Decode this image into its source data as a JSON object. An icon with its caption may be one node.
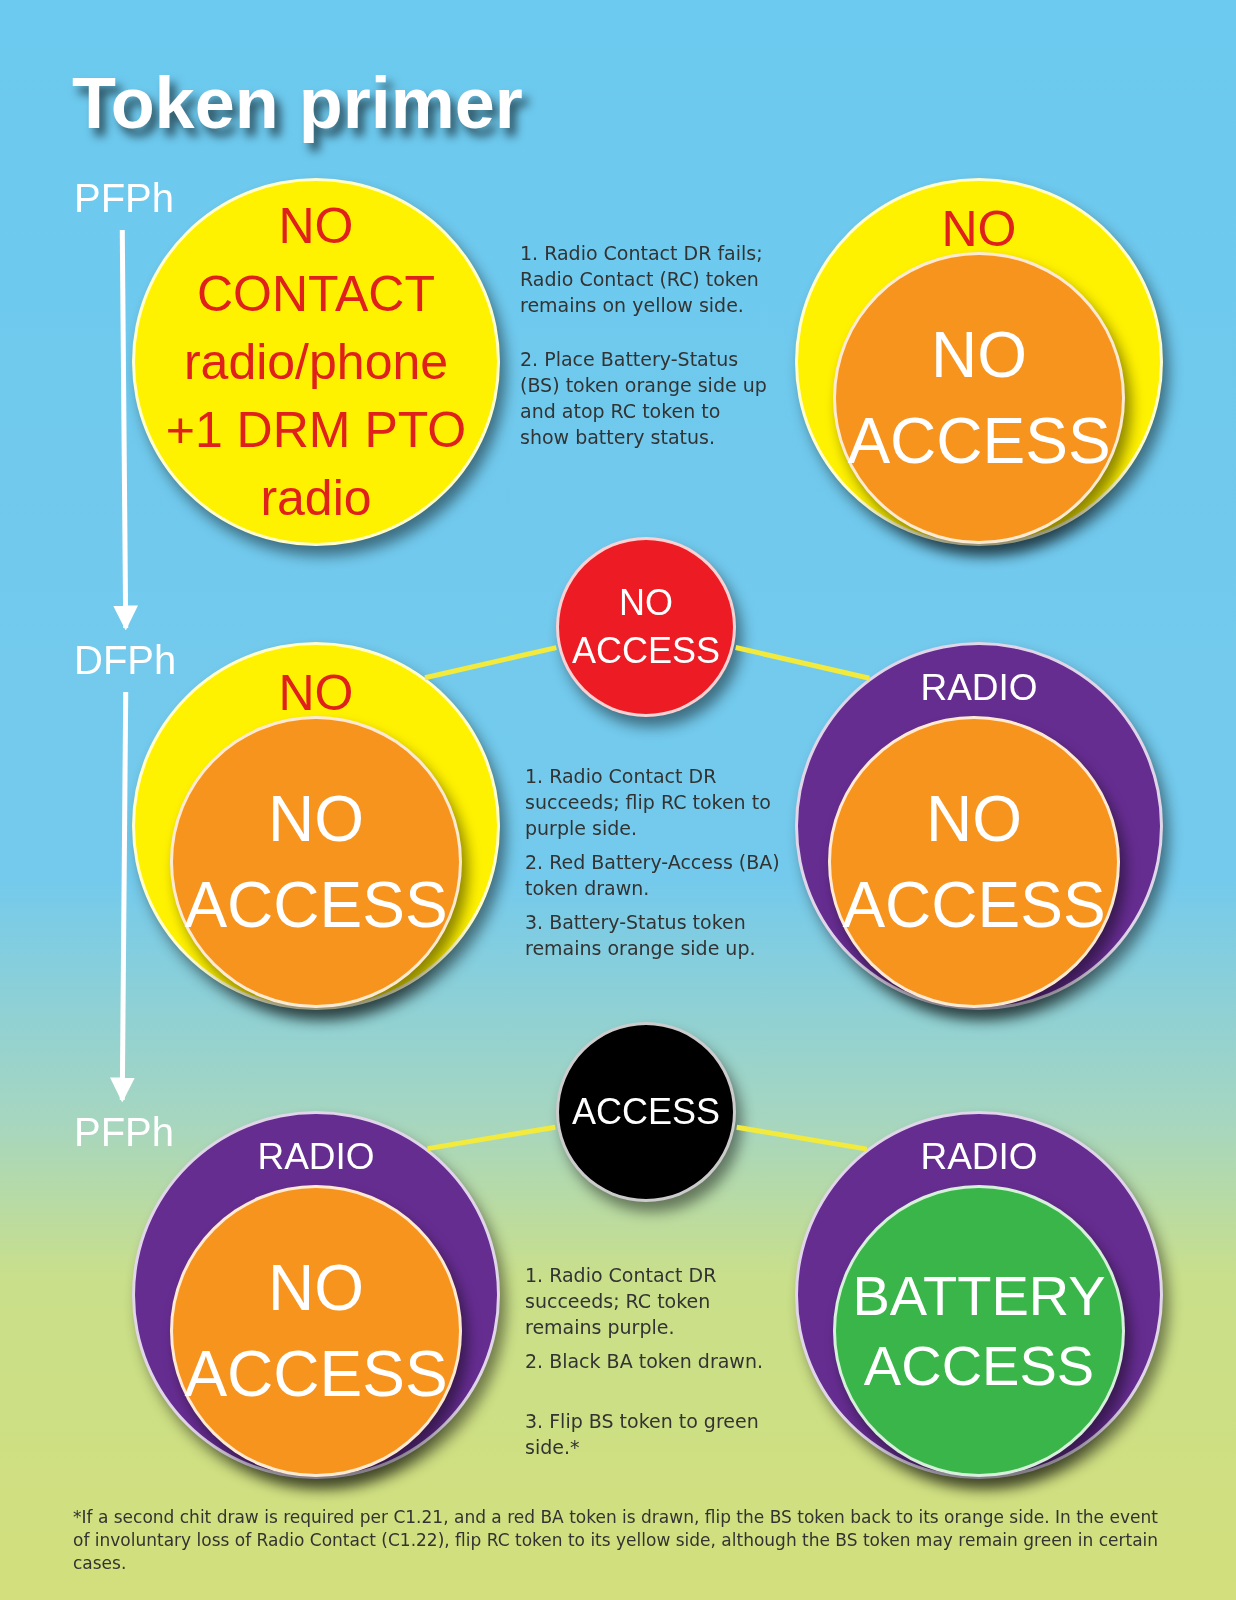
{
  "diagram": {
    "title": "Token primer",
    "nodes": [
      {
        "text": [
          "NO CONTACT radio/phone +1 DRM PTO radio"
        ]
      },
      {
        "text": [
          "NO"
        ]
      },
      {
        "text": [
          "NO ACCESS"
        ],
        "in": 1
      },
      {
        "text": [
          "NO ACCESS"
        ]
      },
      {
        "text": [
          "NO"
        ]
      },
      {
        "text": [
          "NO ACCESS"
        ],
        "in": 4
      },
      {
        "text": [
          "RADIO"
        ]
      },
      {
        "text": [
          "NO ACCESS"
        ],
        "in": 6
      },
      {
        "text": [
          "ACCESS"
        ]
      },
      {
        "text": [
          "RADIO"
        ]
      },
      {
        "text": [
          "NO ACCESS"
        ],
        "in": 9
      },
      {
        "text": [
          "RADIO"
        ]
      },
      {
        "text": [
          "BATTERY ACCESS"
        ],
        "in": 11
      },
      {
        "text": [
          "PFPh"
        ]
      },
      {
        "text": [
          "DFPh"
        ]
      },
      {
        "text": [
          "PFPh"
        ]
      }
    ],
    "edges": [
      {
        "from": 13,
        "to": 14,
        "arrow": "to",
        "color": "#ffffff"
      },
      {
        "from": 14,
        "to": 15,
        "arrow": "to",
        "color": "#ffffff"
      },
      {
        "from": 3,
        "to": 4,
        "arrow": "none"
      },
      {
        "from": 3,
        "to": 6,
        "arrow": "none"
      },
      {
        "from": 8,
        "to": 9,
        "arrow": "none"
      },
      {
        "from": 8,
        "to": 11,
        "arrow": "none"
      }
    ],
    "labels": [
      "1. Radio Contact DR fails; Radio Contact (RC) token remains on yellow side.",
      "2. Place Battery-Status (BS) token orange side up and atop RC token to show battery status.",
      "1. Radio Contact DR succeeds; flip RC token to purple side.",
      "2. Red Battery-Access (BA) token drawn.",
      "3. Battery-Status token remains orange side up.",
      "1. Radio Contact DR succeeds; RC token remains purple.",
      "2. Black BA token drawn.",
      "3. Flip BS token to green side.*",
      "*If a second chit draw is required per C1.21, and a red BA token is drawn, flip the BS token back to its orange side. In the event of involuntary loss of Radio Contact (C1.22), flip RC token to its yellow side, although the BS token may remain green in certain cases."
    ]
  }
}
